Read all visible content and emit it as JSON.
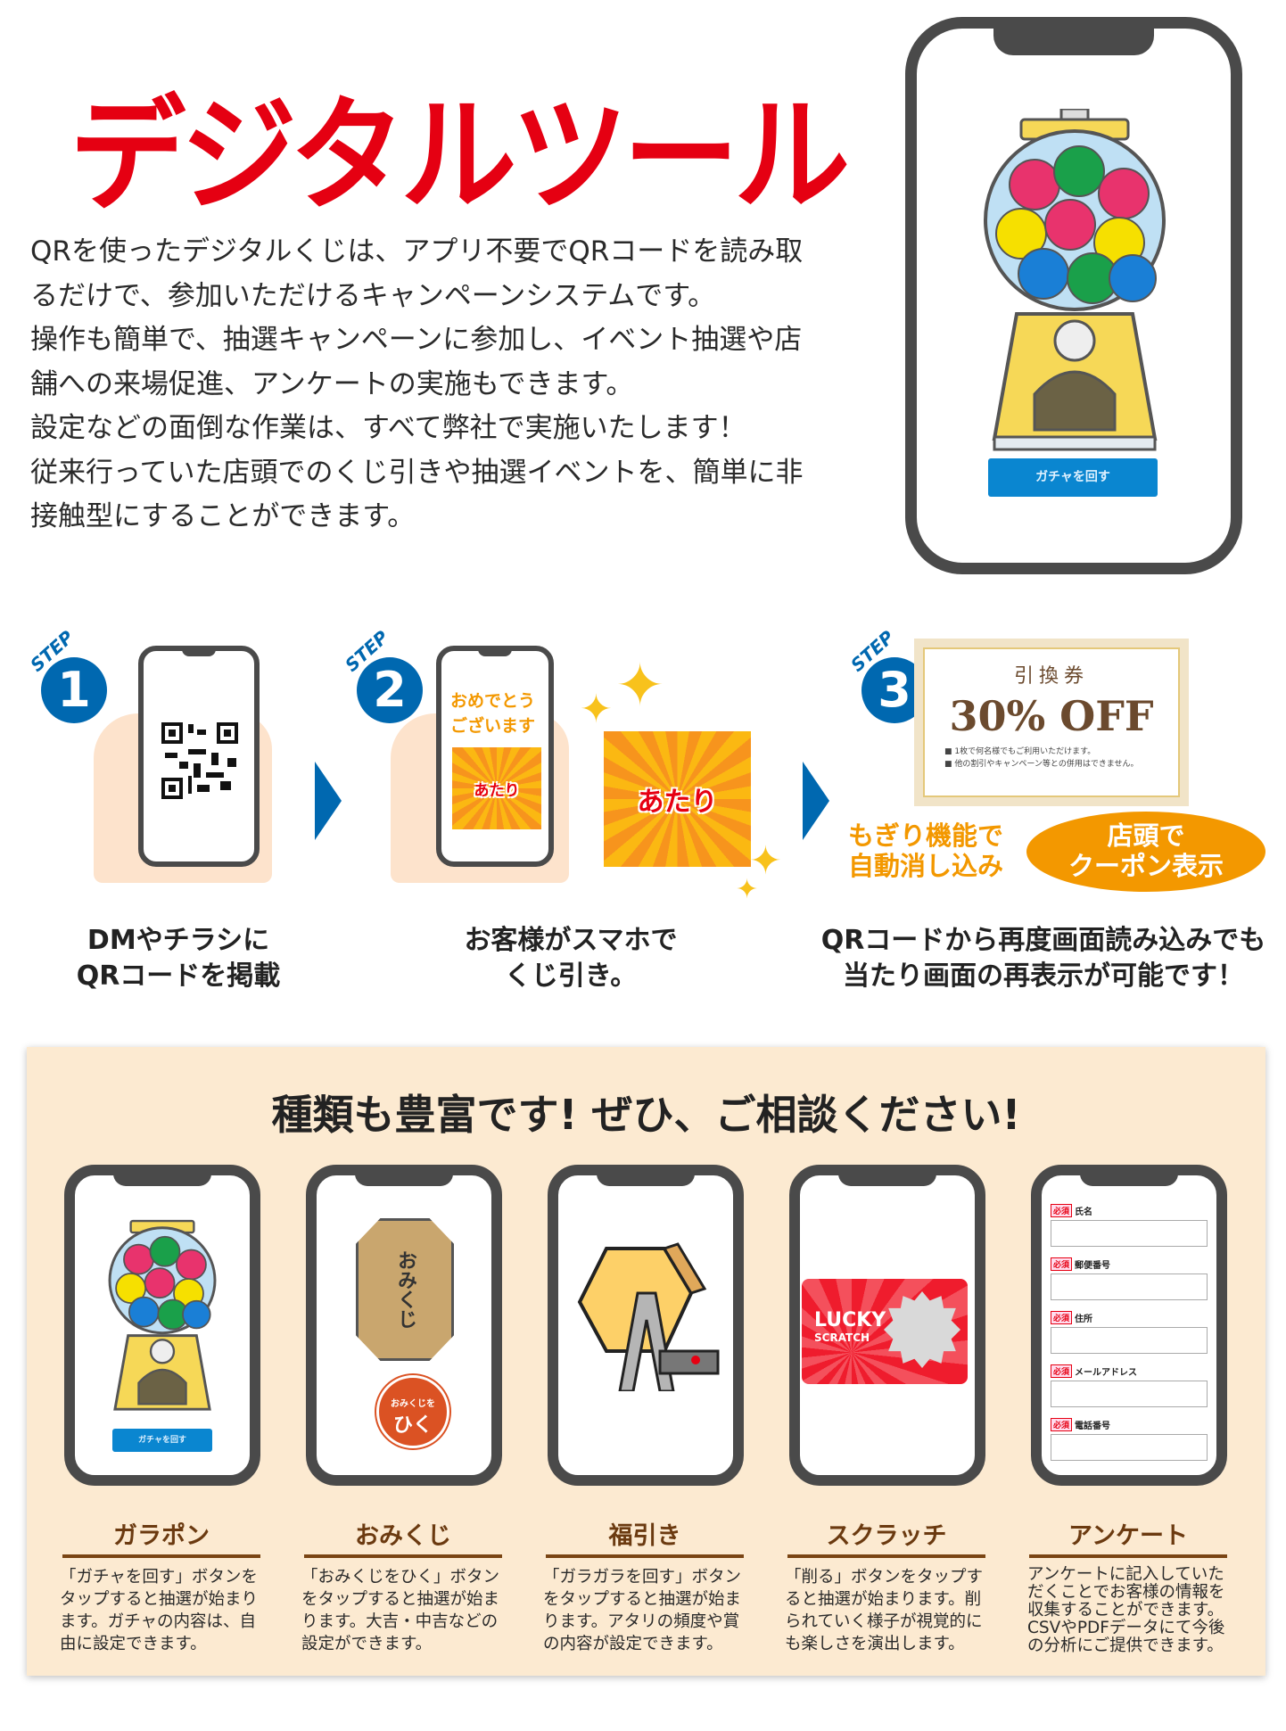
{
  "header": {
    "title": "デジタルツール"
  },
  "intro": {
    "lines": [
      "QRを使ったデジタルくじは、アプリ不要でQRコードを読み取",
      "るだけで、参加いただけるキャンペーンシステムです。",
      "操作も簡単で、抽選キャンペーンに参加し、イベント抽選や店",
      "舗への来場促進、アンケートの実施もできます。",
      "設定などの面倒な作業は、すべて弊社で実施いたします！",
      "従来行っていた店頭でのくじ引きや抽選イベントを、簡単に非",
      "接触型にすることができます。"
    ]
  },
  "hero_phone": {
    "button_label": "ガチャを回す"
  },
  "steps": [
    {
      "tag": "STEP",
      "number": "1",
      "caption_lines": [
        "DMやチラシに",
        "QRコードを掲載"
      ]
    },
    {
      "tag": "STEP",
      "number": "2",
      "screen_lines": [
        "おめでとう",
        "ございます"
      ],
      "result": "あたり",
      "caption_lines": [
        "お客様がスマホで",
        "くじ引き。"
      ]
    },
    {
      "tag": "STEP",
      "number": "3",
      "coupon": {
        "title": "引換券",
        "offer": "30% OFF",
        "notes": [
          "■ 1枚で何名様でもご利用いただけます。",
          "■ 他の割引やキャンペーン等との併用はできません。"
        ]
      },
      "feature_lines": [
        "もぎり機能で",
        "自動消し込み"
      ],
      "oval_lines": [
        "店頭で",
        "クーポン表示"
      ],
      "caption_lines": [
        "QRコードから再度画面読み込みでも",
        "当たり画面の再表示が可能です！"
      ]
    }
  ],
  "types_section": {
    "heading": "種類も豊富です! ぜひ、ご相談ください!",
    "items": [
      {
        "name": "ガラポン",
        "button": "ガチャを回す",
        "desc": "「ガチャを回す」ボタンをタップすると抽選が始まります。ガチャの内容は、自由に設定できます。"
      },
      {
        "name": "おみくじ",
        "box_label": "おみくじ",
        "button_lines": [
          "おみくじを",
          "ひく"
        ],
        "desc": "「おみくじをひく」ボタンをタップすると抽選が始まります。大吉・中吉などの設定ができます。"
      },
      {
        "name": "福引き",
        "desc": "「ガラガラを回す」ボタンをタップすると抽選が始まります。アタリの頻度や賞の内容が設定できます。"
      },
      {
        "name": "スクラッチ",
        "card_lines": [
          "LUCKY",
          "SCRATCH"
        ],
        "desc": "「削る」ボタンをタップすると抽選が始まります。削られていく様子が視覚的にも楽しさを演出します。"
      },
      {
        "name": "アンケート",
        "required": "必須",
        "fields": [
          "氏名",
          "郵便番号",
          "住所",
          "メールアドレス",
          "電話番号"
        ],
        "desc": "アンケートに記入していただくことでお客様の情報を収集することができます。CSVやPDFデータにて今後の分析にご提供できます。"
      }
    ]
  },
  "colors": {
    "title_red": "#e50012",
    "step_blue": "#0068b0",
    "orange": "#f39800",
    "panel_bg": "#fcead1",
    "label_brown": "#6b3a10"
  }
}
